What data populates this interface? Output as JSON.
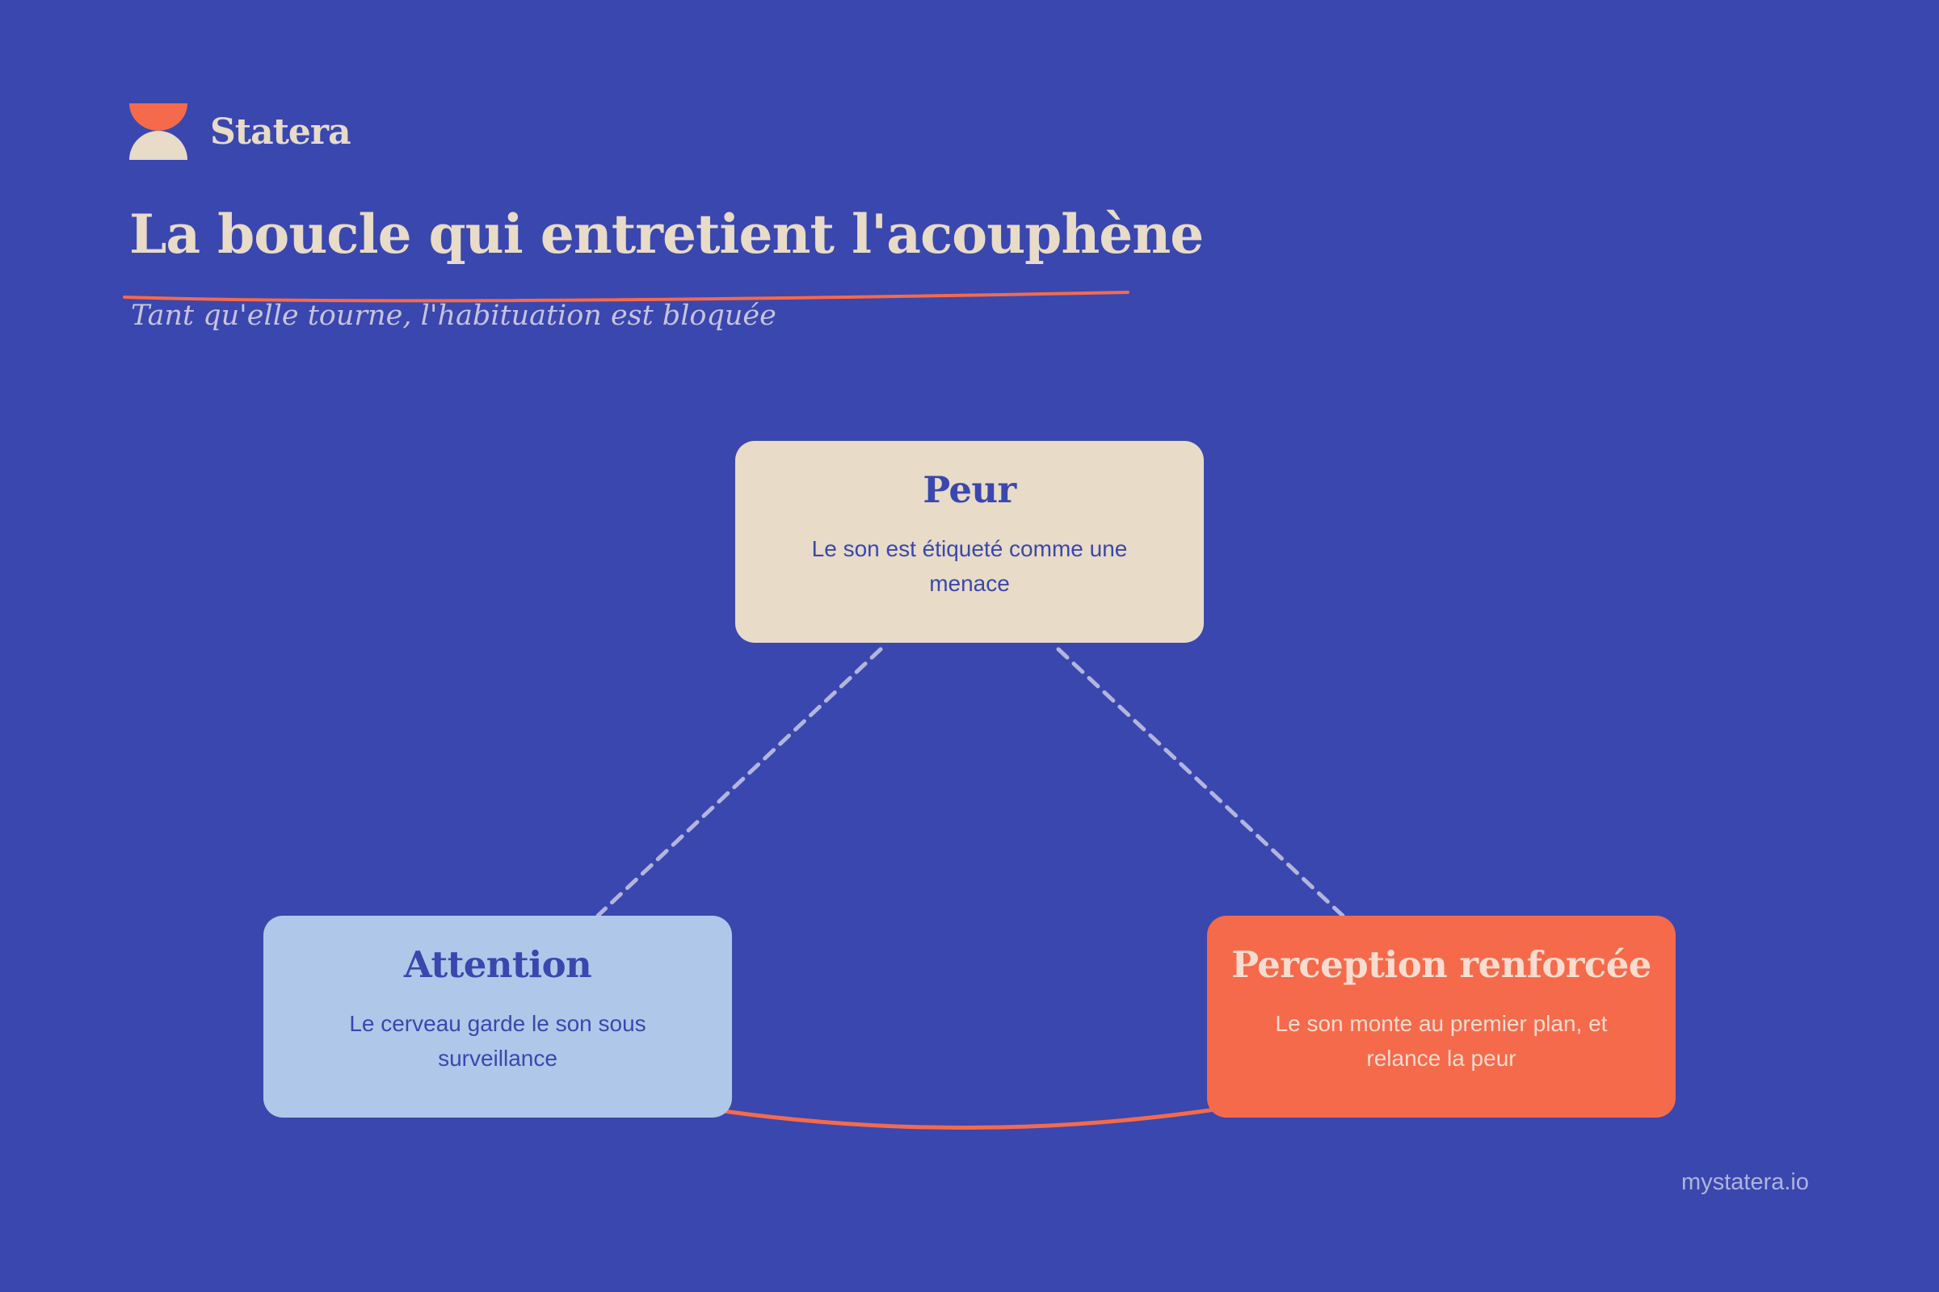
{
  "brand": {
    "name": "Statera",
    "mark_icon": "half-circles-logo"
  },
  "header": {
    "title": "La boucle qui entretient l'acouphène",
    "subtitle": "Tant qu'elle tourne, l'habituation est bloquée"
  },
  "diagram": {
    "nodes": [
      {
        "id": "fear",
        "title": "Peur",
        "description": "Le son est étiqueté comme une menace"
      },
      {
        "id": "attention",
        "title": "Attention",
        "description": "Le cerveau garde le son sous surveillance"
      },
      {
        "id": "perception",
        "title": "Perception renforcée",
        "description": "Le son monte au premier plan, et relance la peur"
      }
    ],
    "edges": [
      {
        "from": "fear",
        "to": "attention",
        "style": "dashed"
      },
      {
        "from": "fear",
        "to": "perception",
        "style": "dashed"
      },
      {
        "from": "attention",
        "to": "perception",
        "style": "solid"
      }
    ]
  },
  "footer": {
    "website": "mystatera.io"
  },
  "colors": {
    "background": "#3a47ae",
    "cream": "#e8dbc7",
    "coral": "#f56a4b",
    "light_blue": "#afc8ea",
    "dashed_line": "#b3b5dd"
  }
}
